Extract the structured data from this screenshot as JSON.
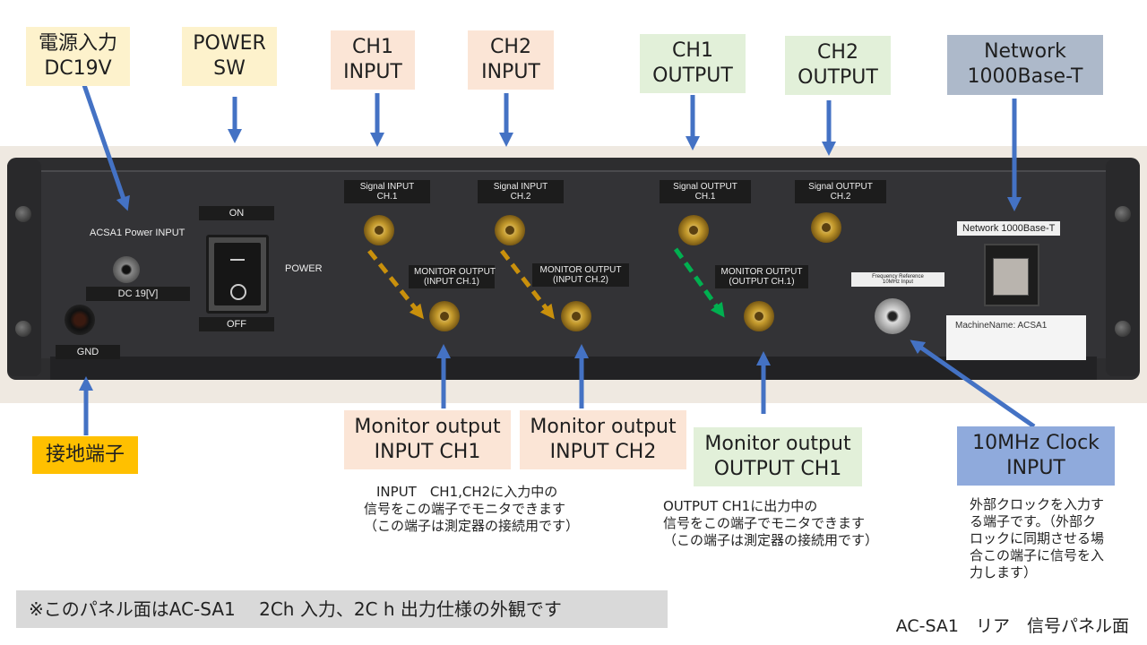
{
  "callouts": {
    "power_input": {
      "lines": [
        "電源入力",
        "DC19V"
      ],
      "bg": "#fdf2cc"
    },
    "power_sw": {
      "lines": [
        "POWER",
        "SW"
      ],
      "bg": "#fdf2cc"
    },
    "ch1_input": {
      "lines": [
        "CH1",
        "INPUT"
      ],
      "bg": "#fbe5d6"
    },
    "ch2_input": {
      "lines": [
        "CH2",
        "INPUT"
      ],
      "bg": "#fbe5d6"
    },
    "ch1_output": {
      "lines": [
        "CH1",
        "OUTPUT"
      ],
      "bg": "#e2f0d9"
    },
    "ch2_output": {
      "lines": [
        "CH2",
        "OUTPUT"
      ],
      "bg": "#e2f0d9"
    },
    "network": {
      "lines": [
        "Network",
        "1000Base-T"
      ],
      "bg": "#adb9ca"
    },
    "gnd": {
      "lines": [
        "接地端子"
      ],
      "bg": "#ffc000"
    },
    "monitor_in_ch1": {
      "lines": [
        "Monitor output",
        "INPUT CH1"
      ],
      "bg": "#fbe5d6"
    },
    "monitor_in_ch2": {
      "lines": [
        "Monitor output",
        "INPUT CH2"
      ],
      "bg": "#fbe5d6"
    },
    "monitor_out_ch1": {
      "lines": [
        "Monitor output",
        "OUTPUT CH1"
      ],
      "bg": "#e2f0d9"
    },
    "clock": {
      "lines": [
        "10MHz Clock",
        "INPUT"
      ],
      "bg": "#8faadc"
    }
  },
  "notes": {
    "input_monitor": [
      "INPUT　CH1,CH2に入力中の",
      "信号をこの端子でモニタできます",
      "（この端子は測定器の接続用です）"
    ],
    "output_monitor": [
      "OUTPUT CH1に出力中の",
      "信号をこの端子でモニタできます",
      "（この端子は測定器の接続用です）"
    ],
    "clock": [
      "外部クロックを入力す",
      "る端子です。（外部ク",
      "ロックに同期させる場",
      "合この端子に信号を入",
      "力します）"
    ]
  },
  "panel_labels": {
    "acsa1_power_input": "ACSA1 Power INPUT",
    "dc19v": "DC 19[V]",
    "gnd": "GND",
    "on": "ON",
    "off": "OFF",
    "power": "POWER",
    "signal_input_ch1": [
      "Signal INPUT",
      "CH.1"
    ],
    "signal_input_ch2": [
      "Signal INPUT",
      "CH.2"
    ],
    "signal_output_ch1": [
      "Signal OUTPUT",
      "CH.1"
    ],
    "signal_output_ch2": [
      "Signal OUTPUT",
      "CH.2"
    ],
    "monitor_in_ch1": [
      "MONITOR OUTPUT",
      "(INPUT CH.1)"
    ],
    "monitor_in_ch2": [
      "MONITOR OUTPUT",
      "(INPUT CH.2)"
    ],
    "monitor_out_ch1": [
      "MONITOR OUTPUT",
      "(OUTPUT CH.1)"
    ],
    "freq_ref": [
      "Frequency Reference",
      "10MHz Input"
    ],
    "network": "Network 1000Base-T",
    "machine_name": "MachineName:  ACSA1"
  },
  "footer": {
    "note": "※このパネル面はAC-SA1　 2Ch 入力、2C h 出力仕様の外観です",
    "title": "AC-SA1　リア　信号パネル面"
  },
  "colors": {
    "arrow_blue": "#4472c4",
    "arrow_gold": "#c9900c",
    "arrow_green": "#00b050"
  }
}
